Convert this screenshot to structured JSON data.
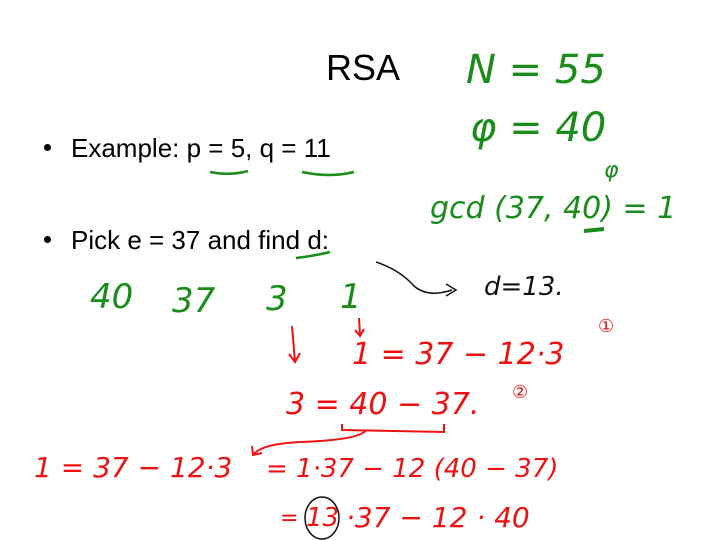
{
  "slide": {
    "title": "RSA",
    "bullets": [
      "Example: p = 5,   q = 11",
      "Pick e = 37 and find d:"
    ]
  },
  "annotations": {
    "n_value": "N = 55",
    "phi_value": "φ = 40",
    "phi_label": "φ",
    "gcd": "gcd (37, 40) = 1",
    "result_d": "d=13.",
    "sequence": [
      "40",
      "37",
      "3",
      "1"
    ],
    "eq1": "1 = 37 − 12·3",
    "eq1_mark": "①",
    "eq2": "3 = 40 − 37.",
    "eq2_mark": "②",
    "eq3_left": "1 = 37 − 12·3",
    "eq3_right": "= 1·37 − 12 (40 − 37)",
    "eq4_prefix": "=",
    "eq4_circled": "13",
    "eq4_rest": "·37 − 12 · 40"
  },
  "colors": {
    "green": "#1a8c1a",
    "red": "#ee1111",
    "black": "#111111"
  }
}
